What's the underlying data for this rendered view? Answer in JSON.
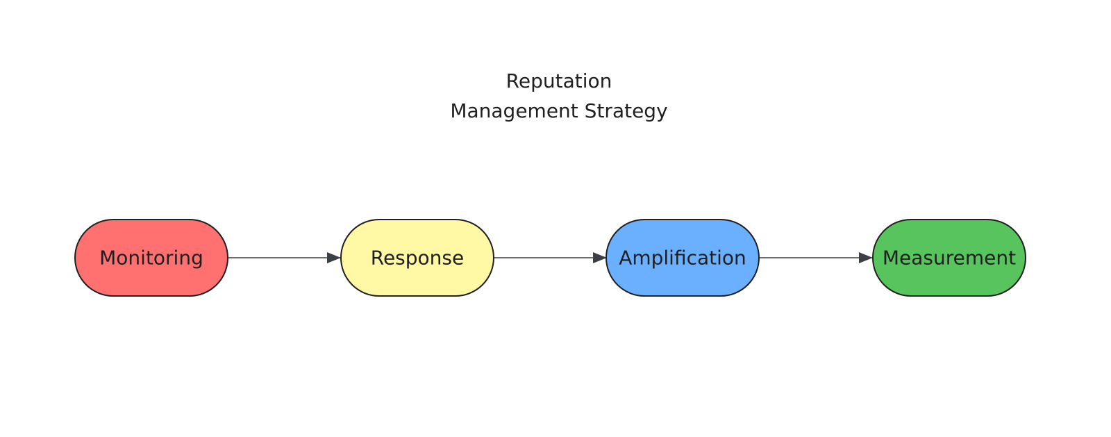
{
  "title": {
    "line1": "Reputation",
    "line2": "Management Strategy"
  },
  "nodes": [
    {
      "label": "Monitoring",
      "color": "#ff7070"
    },
    {
      "label": "Response",
      "color": "#fff9a6"
    },
    {
      "label": "Amplification",
      "color": "#6ab0ff"
    },
    {
      "label": "Measurement",
      "color": "#57c45d"
    }
  ],
  "colors": {
    "stroke": "#1f1f1f",
    "arrow": "#3b3f45"
  }
}
